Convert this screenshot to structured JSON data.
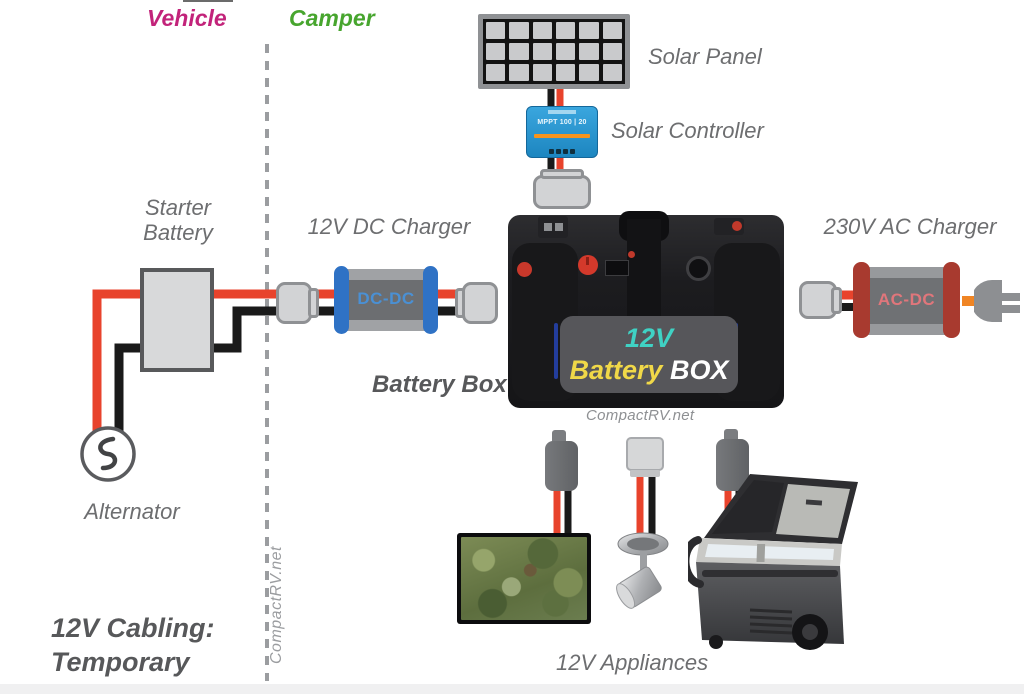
{
  "regions": {
    "vehicle": "Vehicle",
    "camper": "Camper"
  },
  "labels": {
    "solar_panel": "Solar Panel",
    "solar_controller": "Solar Controller",
    "dc_charger": "12V DC Charger",
    "ac_charger": "230V AC Charger",
    "starter_battery_line1": "Starter",
    "starter_battery_line2": "Battery",
    "battery_box": "Battery Box",
    "alternator": "Alternator",
    "appliances": "12V Appliances",
    "cabling_line1": "12V Cabling:",
    "cabling_line2": "Temporary"
  },
  "devices": {
    "dcdc_text": "DC-DC",
    "acdc_text": "AC-DC",
    "controller_model": "MPPT 100 | 20",
    "battery_panel_volts": "12V",
    "battery_panel_word1": "Battery",
    "battery_panel_word2": "BOX"
  },
  "watermarks": {
    "vertical": "CompactRV.net",
    "below_battery": "CompactRV.net"
  },
  "colors": {
    "vehicle_label": "#c2237a",
    "camper_label": "#47a52e",
    "wire_red": "#e8432c",
    "wire_black": "#1a1a1a",
    "wire_orange": "#f08524",
    "dcdc_cap_blue": "#2f72c5",
    "dcdc_text_blue": "#4a90d4",
    "acdc_cap_red": "#a83a2f",
    "acdc_text_pink": "#e0767b",
    "battery_panel_cyan": "#3fd2c4",
    "battery_panel_yellow": "#f0d848",
    "label_gray": "#6d6e70",
    "controller_blue": "#1d86c0",
    "controller_stripe": "#f7941d"
  }
}
